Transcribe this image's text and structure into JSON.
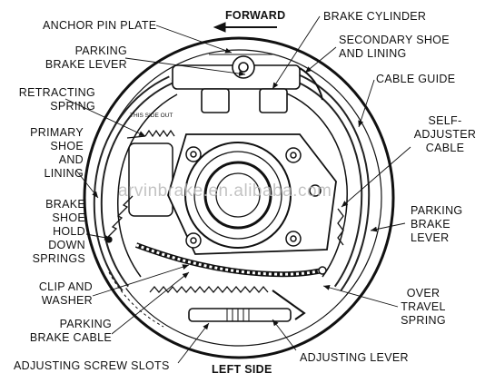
{
  "labels": {
    "forward": "FORWARD",
    "left_side": "LEFT SIDE",
    "anchor_pin_plate": "ANCHOR PIN PLATE",
    "parking_brake_lever_top": [
      "PARKING",
      "BRAKE LEVER"
    ],
    "retracting_spring": [
      "RETRACTING",
      "SPRING"
    ],
    "this_side_out": "THIS SIDE OUT",
    "primary_shoe_and_lining": [
      "PRIMARY",
      "SHOE",
      "AND",
      "LINING"
    ],
    "brake_shoe_hold_down_springs": [
      "BRAKE",
      "SHOE",
      "HOLD",
      "DOWN",
      "SPRINGS"
    ],
    "clip_and_washer": [
      "CLIP AND",
      "WASHER"
    ],
    "parking_brake_cable": [
      "PARKING",
      "BRAKE CABLE"
    ],
    "adjusting_screw_slots": "ADJUSTING SCREW SLOTS",
    "brake_cylinder": "BRAKE CYLINDER",
    "secondary_shoe_and_lining": [
      "SECONDARY SHOE",
      "AND LINING"
    ],
    "cable_guide": "CABLE GUIDE",
    "self_adjuster_cable": [
      "SELF-",
      "ADJUSTER",
      "CABLE"
    ],
    "parking_brake_lever_right": [
      "PARKING",
      "BRAKE",
      "LEVER"
    ],
    "over_travel_spring": [
      "OVER",
      "TRAVEL",
      "SPRING"
    ],
    "adjusting_lever": "ADJUSTING LEVER"
  },
  "watermark": "arvinbrake.en.alibaba.com"
}
